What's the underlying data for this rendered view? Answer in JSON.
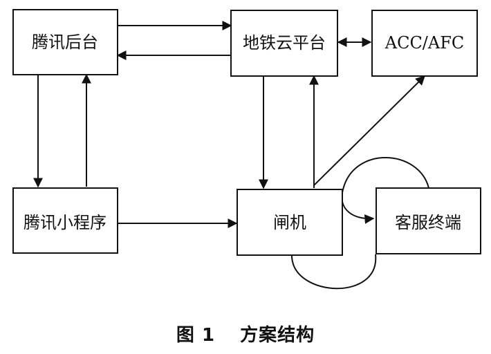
{
  "nodes": {
    "tencent_backend": "腾讯后台",
    "metro_cloud": "地铁云平台",
    "acc_afc": "ACC/AFC",
    "tencent_miniprogram": "腾讯小程序",
    "gate": "闸机",
    "service_terminal": "客服终端"
  },
  "caption": {
    "number": "图 1",
    "title": "方案结构"
  }
}
